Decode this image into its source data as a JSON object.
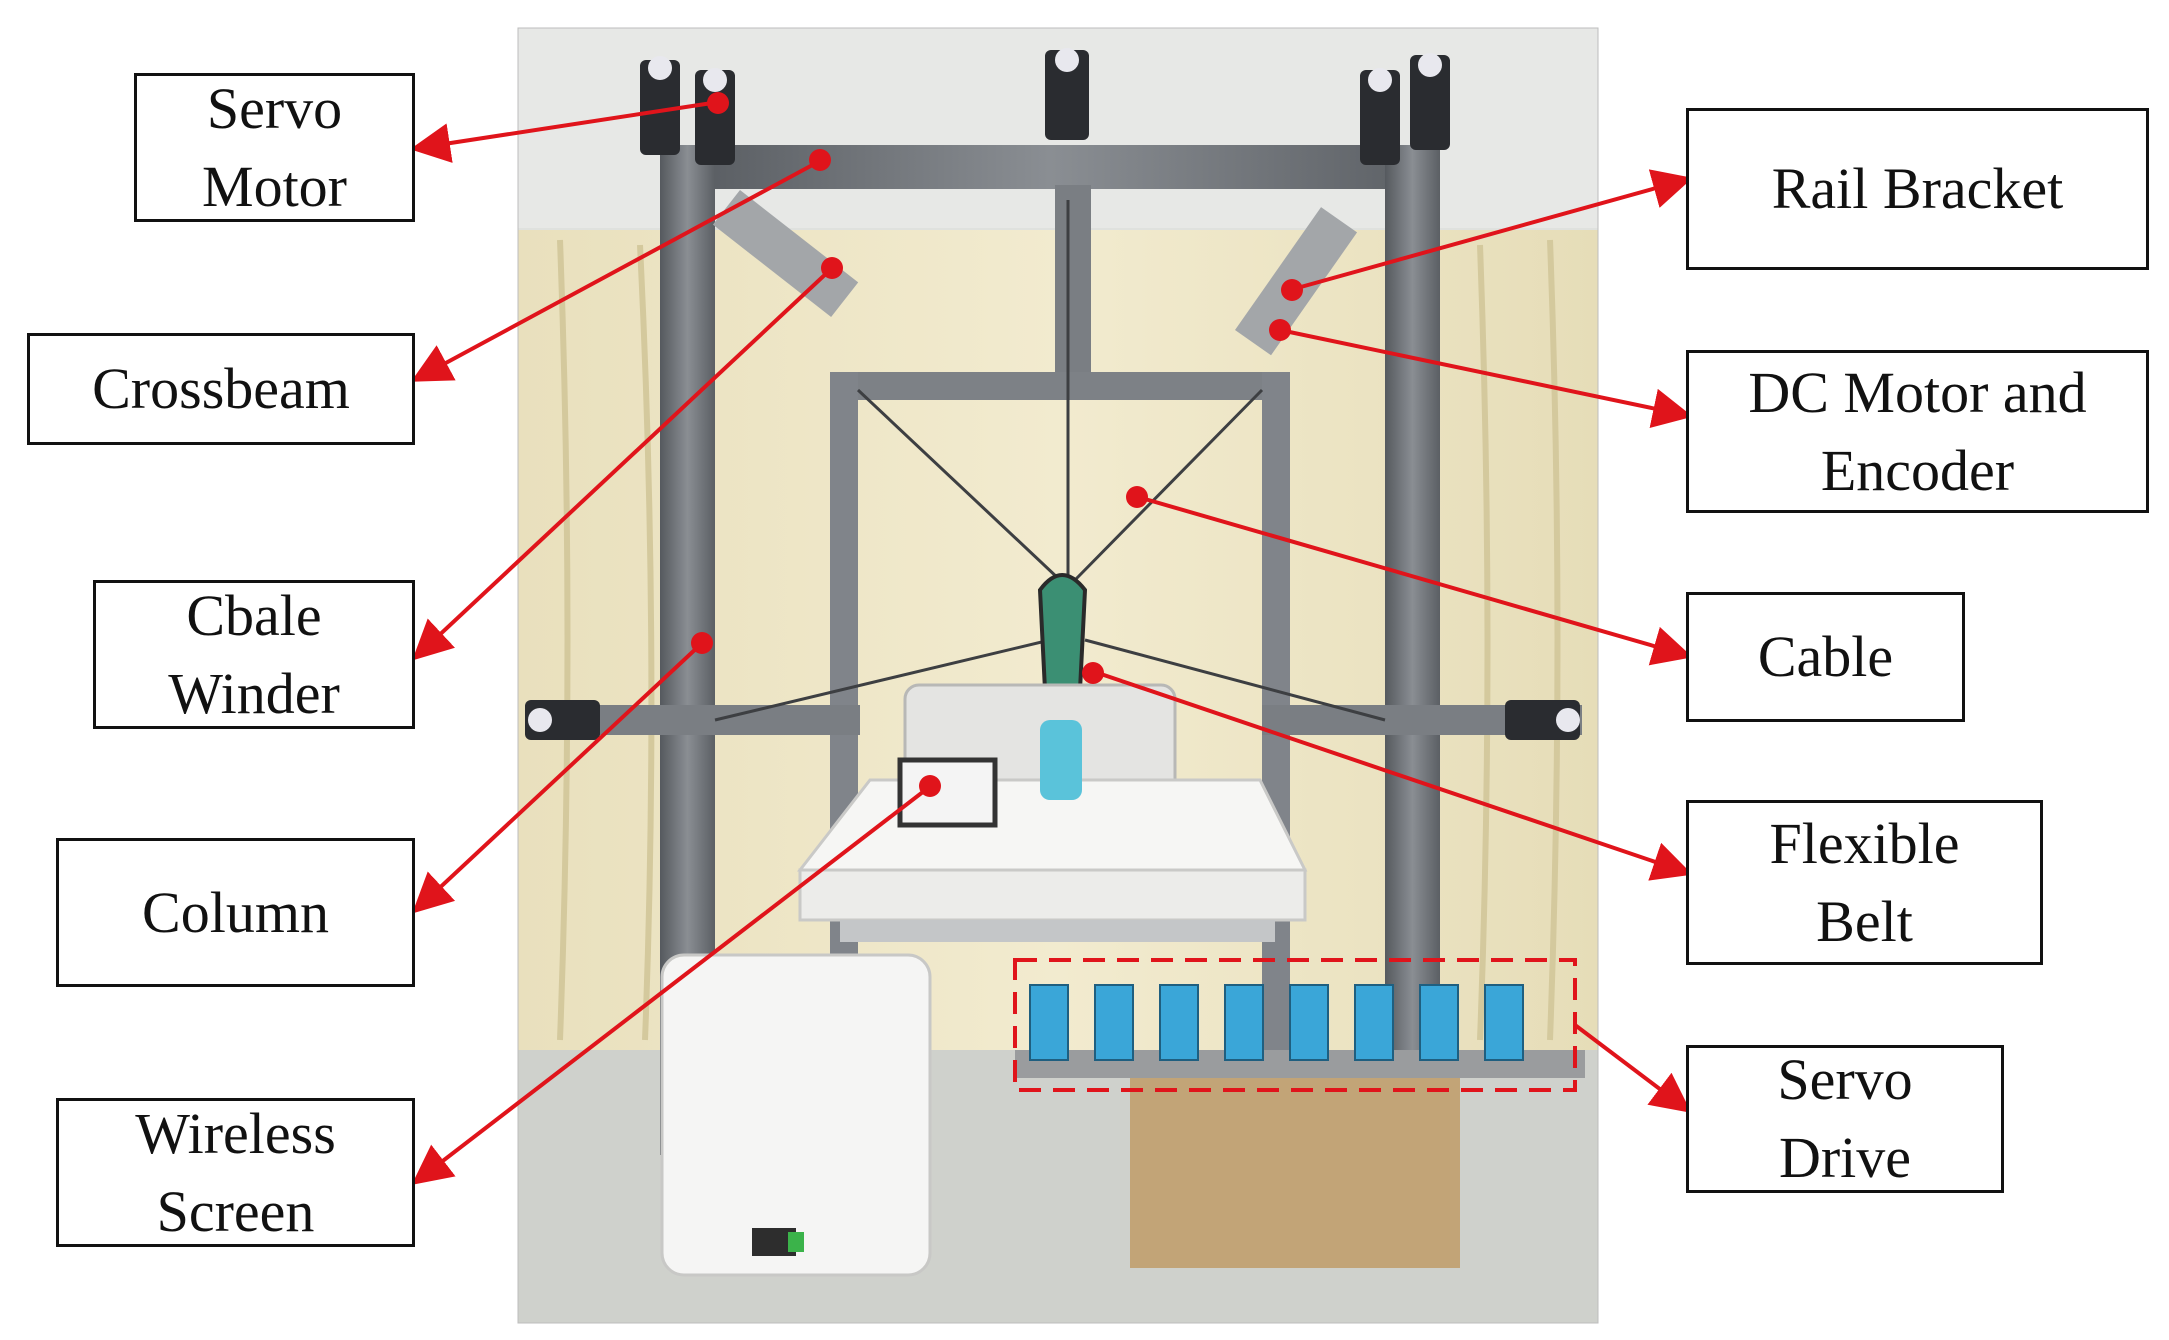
{
  "figure": {
    "labels": {
      "servo_motor": "Servo\nMotor",
      "crossbeam": "Crossbeam",
      "cable_winder": "Cbale\nWinder",
      "column": "Column",
      "wireless_screen": "Wireless\nScreen",
      "rail_bracket": "Rail Bracket",
      "dc_motor_encoder": "DC Motor and\nEncoder",
      "cable": "Cable",
      "flexible_belt": "Flexible\nBelt",
      "servo_drive": "Servo\nDrive"
    },
    "colors": {
      "arrow": "#e0141b",
      "box_border": "#111111",
      "frame_steel": "#6f7378",
      "curtain": "#eee6c4",
      "wall": "#d9dbd8",
      "floor": "#cfd1cc",
      "drive_blue": "#3aa6d8"
    }
  }
}
